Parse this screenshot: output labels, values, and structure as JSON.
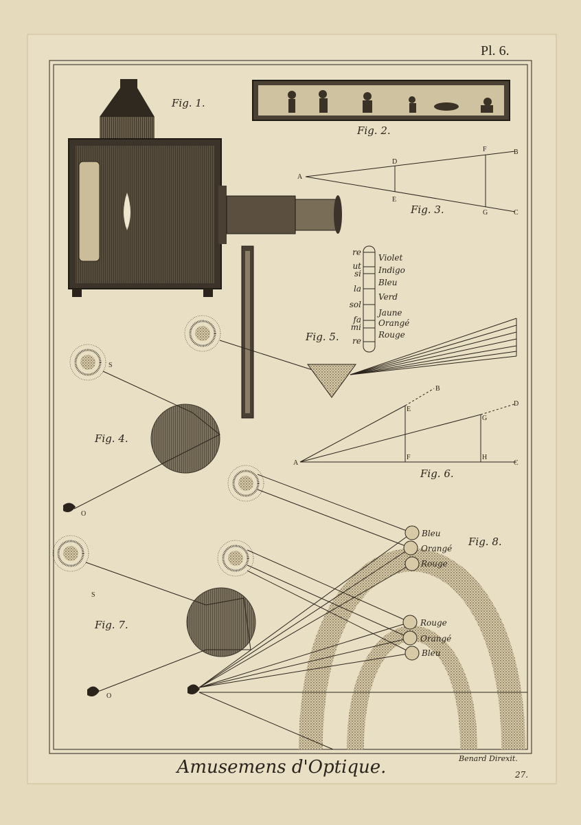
{
  "plate_number": "Pl. 6.",
  "title": "Amusemens d'Optique.",
  "engraver": "Benard Direxit.",
  "page_number": "27.",
  "colors": {
    "paper": "#e6dabd",
    "ink": "#2a241c",
    "plate": "#e9dfc4"
  },
  "fig1": {
    "label": "Fig. 1."
  },
  "fig2": {
    "label": "Fig. 2."
  },
  "fig3": {
    "label": "Fig. 3.",
    "points": [
      "A",
      "D",
      "E",
      "F",
      "G",
      "B",
      "C"
    ]
  },
  "fig4": {
    "label": "Fig. 4.",
    "sun": "S",
    "eye": "O"
  },
  "fig5": {
    "label": "Fig. 5.",
    "notes": [
      "re",
      "ut",
      "si",
      "la",
      "sol",
      "fa",
      "mi",
      "re"
    ],
    "colors": [
      "Violet",
      "Indigo",
      "Bleu",
      "Verd",
      "Jaune",
      "Orangé",
      "Rouge"
    ]
  },
  "fig6": {
    "label": "Fig. 6.",
    "points": [
      "A",
      "E",
      "F",
      "B",
      "G",
      "D",
      "H",
      "C"
    ]
  },
  "fig7": {
    "label": "Fig. 7.",
    "sun": "S",
    "eye": "O"
  },
  "fig8": {
    "label": "Fig. 8.",
    "outer_bow": [
      "Bleu",
      "Orangé",
      "Rouge"
    ],
    "inner_bow": [
      "Rouge",
      "Orangé",
      "Bleu"
    ]
  }
}
